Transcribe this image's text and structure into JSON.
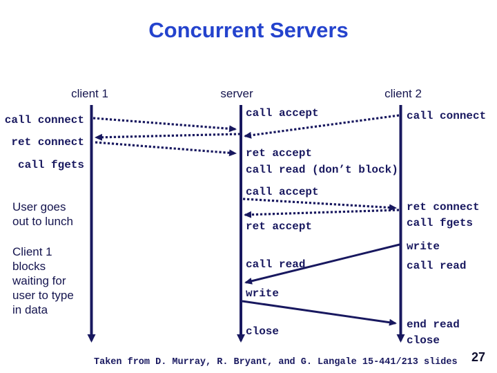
{
  "slide": {
    "title": "Concurrent Servers",
    "credit": "Taken from D. Murray, R. Bryant, and G. Langale 15-441/213 slides",
    "page_number": "27"
  },
  "columns": {
    "client1": "client 1",
    "server": "server",
    "client2": "client 2"
  },
  "client1_events": {
    "call_connect": "call connect",
    "ret_connect": "ret connect",
    "call_fgets": "call fgets"
  },
  "server_events": {
    "call_accept_1": "call accept",
    "ret_accept_1": "ret accept",
    "call_read_noblock": "call read (don’t block)",
    "call_accept_2": "call accept",
    "ret_accept_2": "ret accept",
    "call_read": "call read",
    "write": "write",
    "close": "close"
  },
  "client2_events": {
    "call_connect": "call connect",
    "ret_connect": "ret connect",
    "call_fgets": "call fgets",
    "write": "write",
    "call_read": "call read",
    "end_read": "end read",
    "close": "close"
  },
  "annotations": {
    "lunch": "User goes\nout to lunch",
    "blocks": "Client 1\nblocks\nwaiting for\nuser to type\nin data"
  },
  "colors": {
    "title_blue": "#2443cd",
    "ink_navy": "#18185f"
  }
}
